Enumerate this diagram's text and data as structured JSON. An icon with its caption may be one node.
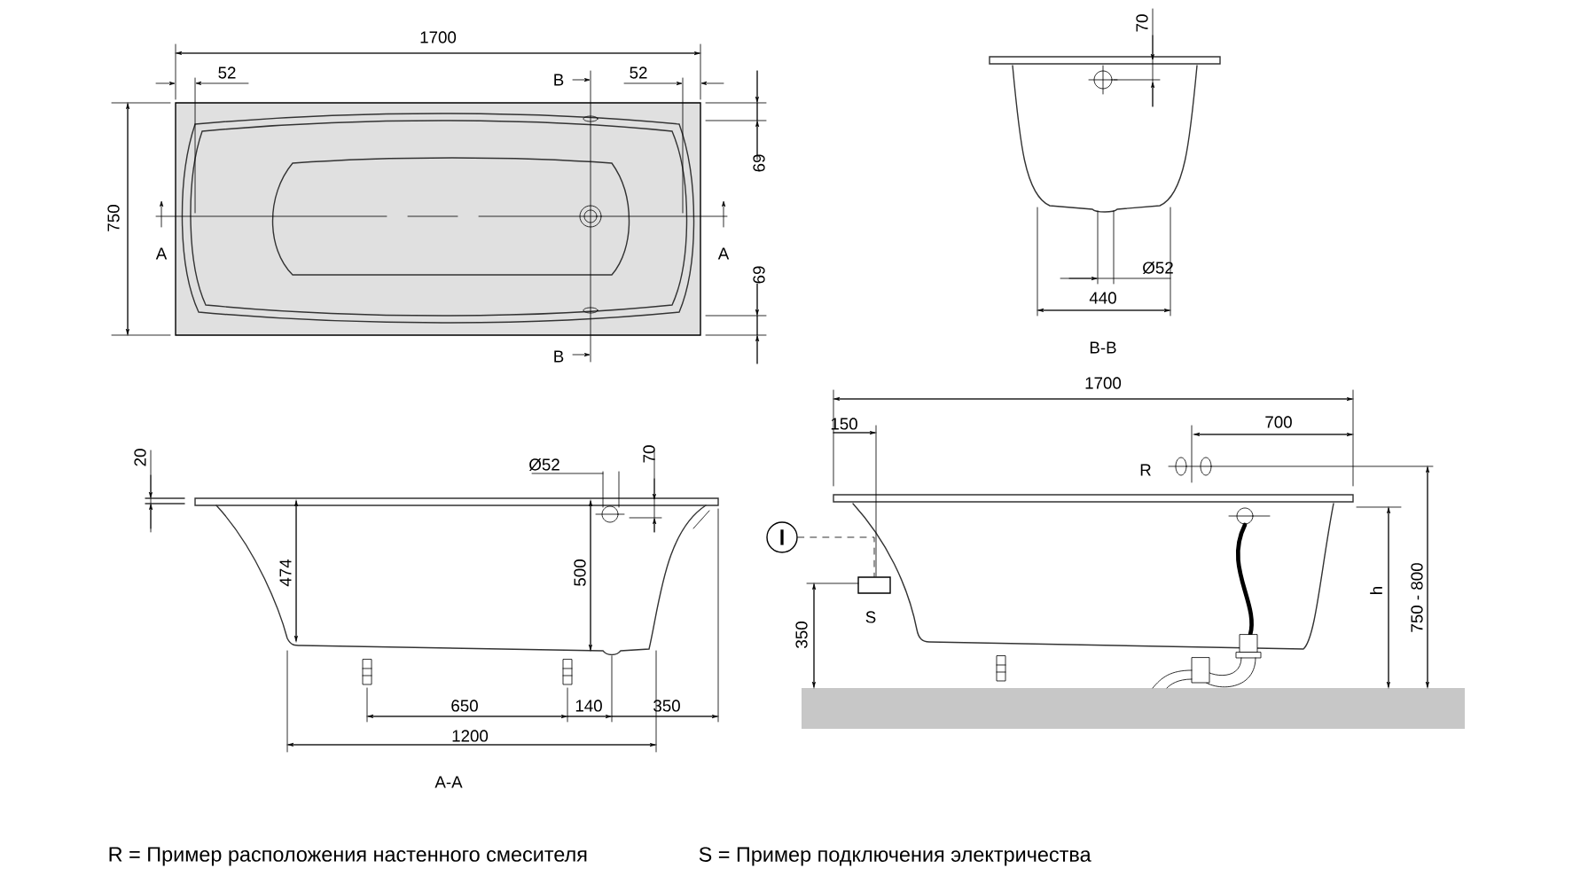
{
  "diagram": {
    "nodes": [
      {
        "text": [],
        "shape": "circle"
      },
      {
        "text": [],
        "shape": "box",
        "beside": [
          "S"
        ]
      }
    ],
    "edges": [
      {
        "from": 0,
        "to": 1,
        "arrow": "none",
        "style": "dashed"
      }
    ],
    "labels": [
      "1700",
      "52",
      "B",
      "52",
      "750",
      "69",
      "A",
      "A",
      "69",
      "B",
      "70",
      "Ø52",
      "440",
      "B-B",
      "20",
      "Ø52",
      "70",
      "474",
      "500",
      "650",
      "140",
      "350",
      "1200",
      "A-A",
      "1700",
      "150",
      "700",
      "R",
      "h",
      "750 - 800",
      "350",
      "R = Пример расположения настенного смесителя",
      "S = Пример подключения электричества"
    ]
  }
}
